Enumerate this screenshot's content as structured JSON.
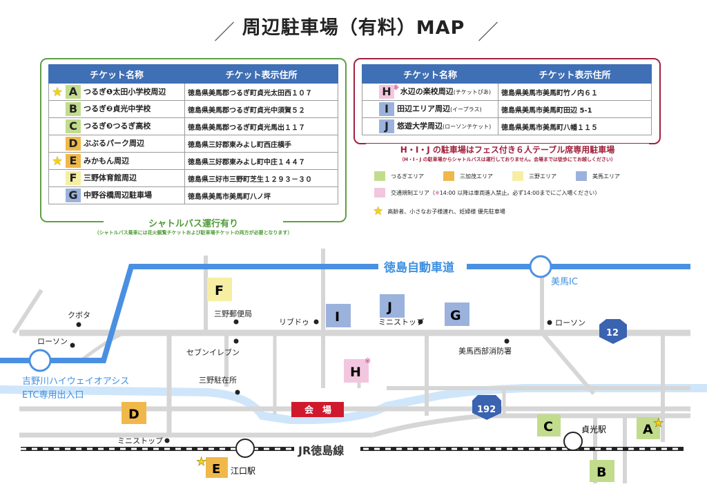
{
  "title": "周辺駐車場（有料）MAP",
  "slash_left": "／",
  "slash_right": "／",
  "left_table": {
    "headers": [
      "チケット名称",
      "チケット表示住所"
    ],
    "rows": [
      {
        "letter": "A",
        "color": "#c2dc8d",
        "star": true,
        "name": "つるぎ❶太田小学校周辺",
        "sub": "",
        "address": "徳島県美馬郡つるぎ町貞光太田西１０７"
      },
      {
        "letter": "B",
        "color": "#c2dc8d",
        "star": false,
        "name": "つるぎ❷貞光中学校",
        "sub": "",
        "address": "徳島県美馬郡つるぎ町貞光中須賀５２"
      },
      {
        "letter": "C",
        "color": "#c2dc8d",
        "star": false,
        "name": "つるぎ❸つるぎ高校",
        "sub": "",
        "address": "徳島県美馬郡つるぎ町貞光馬出１１７"
      },
      {
        "letter": "D",
        "color": "#f0b84a",
        "star": false,
        "name": "ぶぶるパーク周辺",
        "sub": "",
        "address": "徳島県三好郡東みよし町西庄横手"
      },
      {
        "letter": "E",
        "color": "#f0b84a",
        "star": true,
        "name": "みかもん周辺",
        "sub": "",
        "address": "徳島県三好郡東みよし町中庄１４４７"
      },
      {
        "letter": "F",
        "color": "#f6eea3",
        "star": false,
        "name": "三野体育館周辺",
        "sub": "",
        "address": "徳島県三好市三野町芝生１２９３－３０"
      },
      {
        "letter": "G",
        "color": "#9bb2dc",
        "star": false,
        "name": "中野谷橋周辺駐車場",
        "sub": "",
        "address": "徳島県美馬市美馬町八ノ坪"
      }
    ]
  },
  "right_table": {
    "headers": [
      "チケット名称",
      "チケット表示住所"
    ],
    "rows": [
      {
        "letter": "H",
        "color": "#f3c6e0",
        "mark": "※",
        "name": "水辺の楽校周辺",
        "sub": "(チケットぴあ)",
        "address": "徳島県美馬市美馬町竹ノ内６１"
      },
      {
        "letter": "I",
        "color": "#9bb2dc",
        "mark": "",
        "name": "田辺エリア周辺",
        "sub": "(イープラス)",
        "address": "徳島県美馬市美馬町田辺 5-1"
      },
      {
        "letter": "J",
        "color": "#9bb2dc",
        "mark": "",
        "name": "悠遊大学周辺",
        "sub": "(ローソンチケット)",
        "address": "徳島県美馬市美馬町八幡１１５"
      }
    ]
  },
  "notes": {
    "shuttle": "シャトルバス運行有り",
    "shuttle_sub": "（シャトルバス乗車には花火観覧チケットおよび駐車場チケットの両方が必要となります）",
    "hij": "H・I・J の駐車場はフェス付き６人テーブル席専用駐車場",
    "hij_sub": "（H・I・J の駐車場からシャトルバスは運行しておりません。会場までは徒歩にてお越しください）"
  },
  "legend": {
    "areas": [
      {
        "label": "つるぎエリア",
        "color": "#c2dc8d"
      },
      {
        "label": "三加茂エリア",
        "color": "#f0b84a"
      },
      {
        "label": "三野エリア",
        "color": "#f6eea3"
      },
      {
        "label": "美馬エリア",
        "color": "#9bb2dc"
      }
    ],
    "restricted": {
      "label_pre": "交通規制エリア（",
      "mark": "※",
      "label_post": "14:00 以降は車両進入禁止。必ず14:00までにご入場ください）",
      "color": "#f3c6e0"
    },
    "priority": "高齢者、小さなお子様連れ、妊婦様 優先駐車場"
  },
  "map": {
    "highway": "徳島自動車道",
    "ic": "美馬IC",
    "oasis_line1": "吉野川ハイウェイオアシス",
    "oasis_line2": "ETC専用出入口",
    "rail": "JR徳島線",
    "venue": "会　場",
    "stations": [
      "江口駅",
      "貞光駅"
    ],
    "routes": [
      "12",
      "192"
    ],
    "landmarks": [
      "クボタ",
      "ローソン",
      "三野郵便局",
      "セブンイレブン",
      "三野駐在所",
      "リブドゥ",
      "ミニストップ",
      "ローソン",
      "美馬西部消防署",
      "ミニストップ"
    ],
    "markers": [
      "A",
      "B",
      "C",
      "D",
      "E",
      "F",
      "G",
      "H",
      "I",
      "J"
    ],
    "h_mark": "※"
  },
  "colors": {
    "green": "#5e9e45",
    "red": "#a0203c",
    "blue": "#3f6fb4",
    "highway": "#4a90e2",
    "river": "#cfe6fa",
    "road": "#d6d6d6"
  }
}
